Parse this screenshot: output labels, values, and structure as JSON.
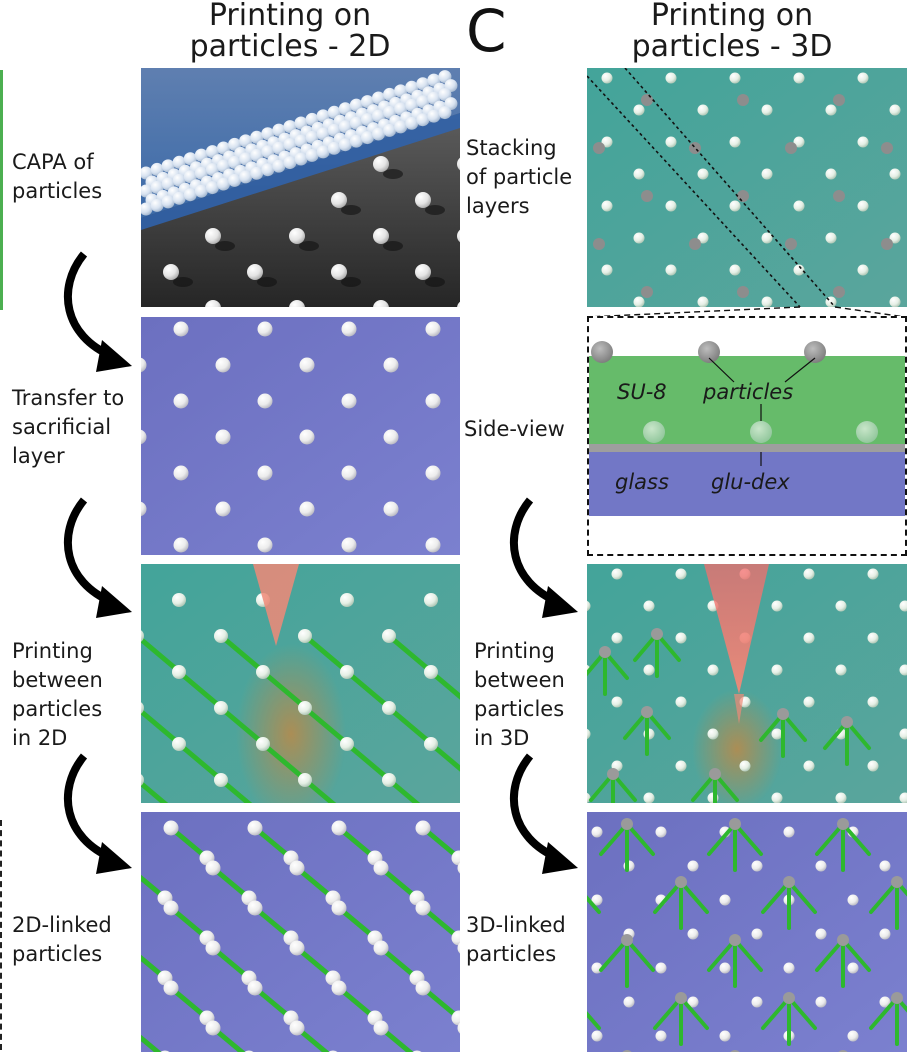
{
  "left": {
    "title": "Printing on\nparticles - 2D",
    "steps": [
      {
        "label": "CAPA of\nparticles"
      },
      {
        "label": "Transfer to\nsacrificial\nlayer"
      },
      {
        "label": "Printing\nbetween\nparticles\nin 2D"
      },
      {
        "label": "2D-linked\nparticles"
      }
    ]
  },
  "right": {
    "panel_letter": "C",
    "title": "Printing on\nparticles - 3D",
    "steps": [
      {
        "label": "Stacking\nof particle\nlayers"
      },
      {
        "label": "Side-view"
      },
      {
        "label": "Printing\nbetween\nparticles\nin 3D"
      },
      {
        "label": "3D-linked\nparticles"
      }
    ],
    "side_view": {
      "su8": "SU-8",
      "particles": "particles",
      "glass": "glass",
      "gludex": "glu-dex"
    }
  },
  "colors": {
    "blue_surface": "#6f74c4",
    "teal_surface": "#4ea39a",
    "dark_surface": "#3a3a3a",
    "su8_green": "#66bb6a",
    "glass_blue": "#7277c6",
    "link_green": "#2eb82e",
    "laser": "#f08a78",
    "particle": "#ececec"
  }
}
